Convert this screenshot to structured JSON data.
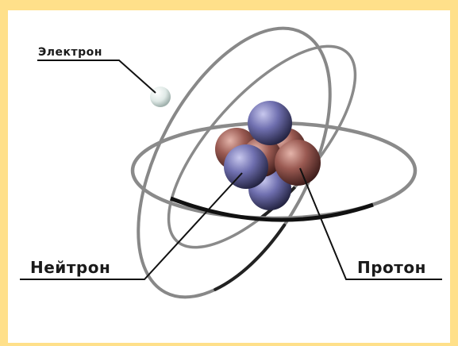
{
  "diagram": {
    "labels": {
      "electron": "Электрон",
      "neutron": "Нейтрон",
      "proton": "Протон"
    },
    "colors": {
      "background_border": "#ffe08a",
      "neutron": "#6a6aa8",
      "proton": "#9a5a52",
      "electron": "#dfe9e6"
    }
  }
}
